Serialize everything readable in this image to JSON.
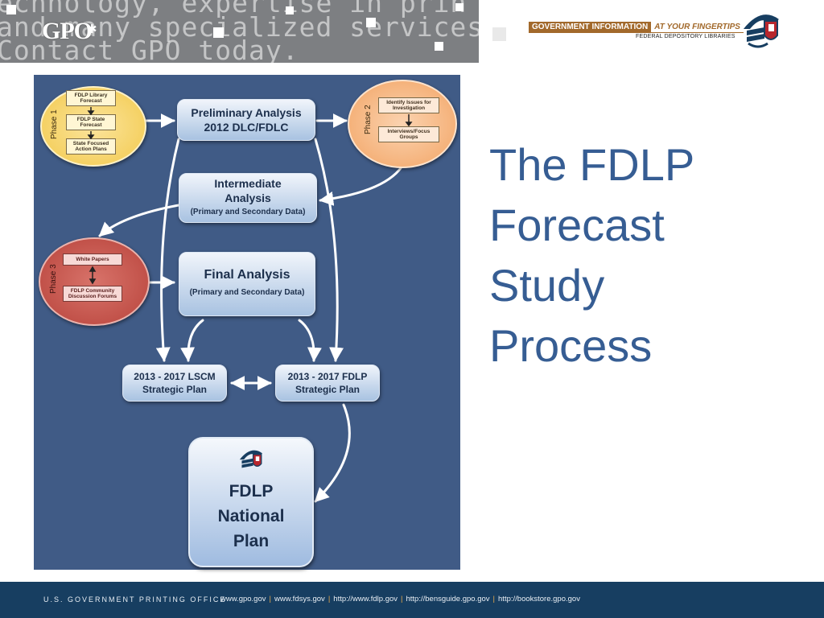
{
  "header": {
    "banner_lines": [
      "echnology, expertise in prin",
      "and many specialized services.",
      "Contact GPO today."
    ],
    "logo": "GPO",
    "tagline_left": "GOVERNMENT INFORMATION",
    "tagline_right": "AT YOUR FINGERTIPS",
    "tagline_sub": "FEDERAL DEPOSITORY LIBRARIES"
  },
  "diagram": {
    "phase1": {
      "label": "Phase 1",
      "items": [
        "FDLP Library Forecast",
        "FDLP State Forecast",
        "State Focused Action Plans"
      ]
    },
    "phase2": {
      "label": "Phase 2",
      "items": [
        "Identify Issues for Investigation",
        "Interviews/Focus Groups"
      ]
    },
    "phase3": {
      "label": "Phase 3",
      "items": [
        "White Papers",
        "FDLP Community Discussion Forums"
      ]
    },
    "preliminary": {
      "line1": "Preliminary Analysis",
      "line2": "2012 DLC/FDLC"
    },
    "intermediate": {
      "line1": "Intermediate",
      "line2": "Analysis",
      "sub": "(Primary and Secondary Data)"
    },
    "final": {
      "line1": "Final Analysis",
      "sub": "(Primary and Secondary Data)"
    },
    "lscm": {
      "line1": "2013 - 2017 LSCM",
      "line2": "Strategic Plan"
    },
    "fdlp_plan": {
      "line1": "2013 - 2017 FDLP",
      "line2": "Strategic Plan"
    },
    "national": {
      "line1": "FDLP",
      "line2": "National",
      "line3": "Plan"
    }
  },
  "slide": {
    "title_lines": [
      "The FDLP",
      "Forecast",
      "Study",
      "Process"
    ]
  },
  "footer": {
    "org": "U.S. GOVERNMENT PRINTING OFFICE",
    "links": [
      "www.gpo.gov",
      "www.fdsys.gov",
      "http://www.fdlp.gov",
      "http://bensguide.gpo.gov",
      "http://bookstore.gpo.gov"
    ]
  },
  "colors": {
    "title": "#365d93",
    "diagram_bg": "#405b86",
    "phase1": "#f8d66c",
    "phase2": "#f6b27e",
    "phase3": "#c9544c",
    "footer": "#173e61",
    "tagline": "#a2692b"
  }
}
